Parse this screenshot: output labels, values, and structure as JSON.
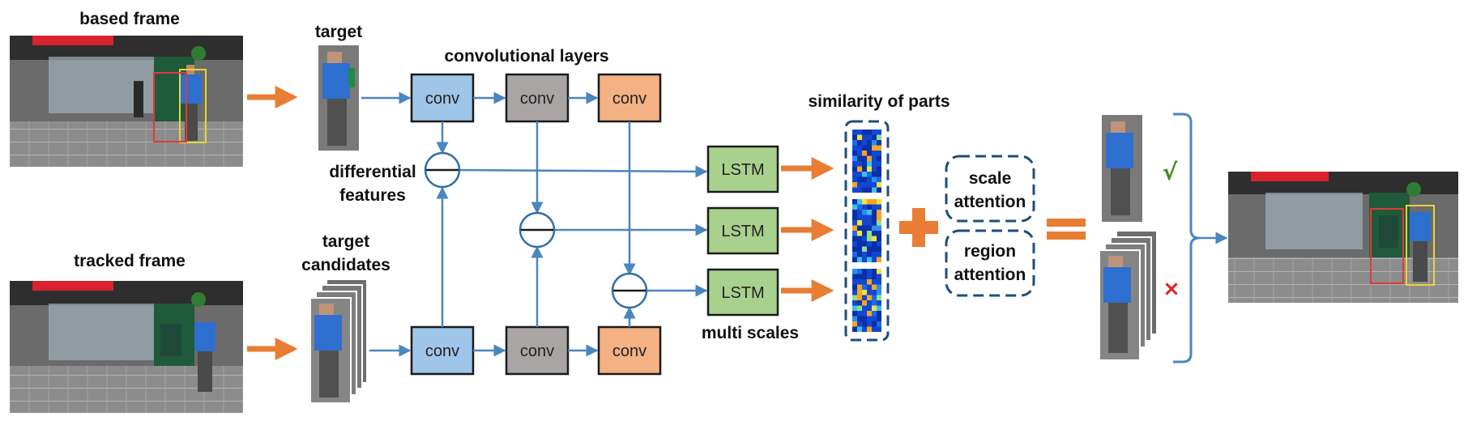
{
  "labels": {
    "based_frame": "based frame",
    "tracked_frame": "tracked frame",
    "target": "target",
    "target_candidates_1": "target",
    "target_candidates_2": "candidates",
    "conv_layers": "convolutional layers",
    "differential_1": "differential",
    "differential_2": "features",
    "similarity": "similarity of parts",
    "multi_scales": "multi scales",
    "scale_attention_1": "scale",
    "scale_attention_2": "attention",
    "region_attention_1": "region",
    "region_attention_2": "attention",
    "check": "√",
    "cross": "×"
  },
  "boxes": {
    "conv": "conv",
    "lstm": "LSTM"
  },
  "colors": {
    "conv_blue": "#9fc5e8",
    "conv_gray": "#a9a5a5",
    "conv_orange": "#f4b183",
    "lstm_green": "#a9d18e",
    "arrow_blue": "#4a86c0",
    "arrow_orange": "#e87d33",
    "dashed_border": "#1f4e79",
    "check_green": "#3a8a1a",
    "cross_red": "#e02020"
  }
}
